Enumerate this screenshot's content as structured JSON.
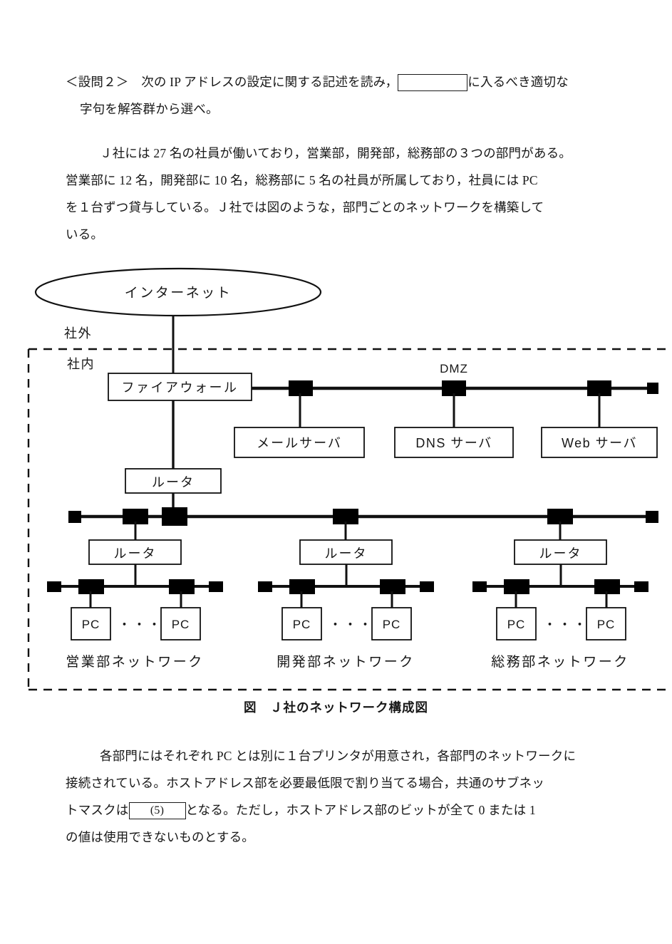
{
  "question": {
    "label": "＜設問２＞",
    "line1_a": "次の IP アドレスの設定に関する記述を読み，",
    "line1_blank": "",
    "line1_b": "に入るべき適切な",
    "line2": "字句を解答群から選べ。"
  },
  "passage1": {
    "line1": "Ｊ社には 27 名の社員が働いており，営業部，開発部，総務部の３つの部門がある。",
    "line2": "営業部に 12 名，開発部に 10 名，総務部に 5 名の社員が所属しており，社員には PC",
    "line3": "を１台ずつ貸与している。Ｊ社では図のような，部門ごとのネットワークを構築して",
    "line4": "いる。"
  },
  "diagram": {
    "internet_label": "インターネット",
    "outside_label": "社外",
    "inside_label": "社内",
    "firewall_label": "ファイアウォール",
    "dmz_label": "DMZ",
    "servers": [
      {
        "name": "mail-server",
        "label": "メールサーバ"
      },
      {
        "name": "dns-server",
        "label": "DNS サーバ"
      },
      {
        "name": "web-server",
        "label": "Web サーバ"
      }
    ],
    "core_router_label": "ルータ",
    "departments": [
      {
        "name": "sales",
        "router_label": "ルータ",
        "pc_left": "PC",
        "pc_right": "PC",
        "ellipsis": "・・・",
        "network_label": "営業部ネットワーク"
      },
      {
        "name": "development",
        "router_label": "ルータ",
        "pc_left": "PC",
        "pc_right": "PC",
        "ellipsis": "・・・",
        "network_label": "開発部ネットワーク"
      },
      {
        "name": "general",
        "router_label": "ルータ",
        "pc_left": "PC",
        "pc_right": "PC",
        "ellipsis": "・・・",
        "network_label": "総務部ネットワーク"
      }
    ],
    "caption": "図　Ｊ社のネットワーク構成図"
  },
  "passage2": {
    "line1": "各部門にはそれぞれ PC とは別に１台プリンタが用意され，各部門のネットワークに",
    "line2": "接続されている。ホストアドレス部を必要最低限で割り当てる場合，共通のサブネッ",
    "line3_a": "トマスクは",
    "line3_blank": "(5)",
    "line3_b": "となる。ただし，ホストアドレス部のビットが全て 0 または 1",
    "line4": "の値は使用できないものとする。"
  },
  "colors": {
    "ink": "#171717",
    "stroke": "#111111",
    "paper": "#ffffff"
  }
}
